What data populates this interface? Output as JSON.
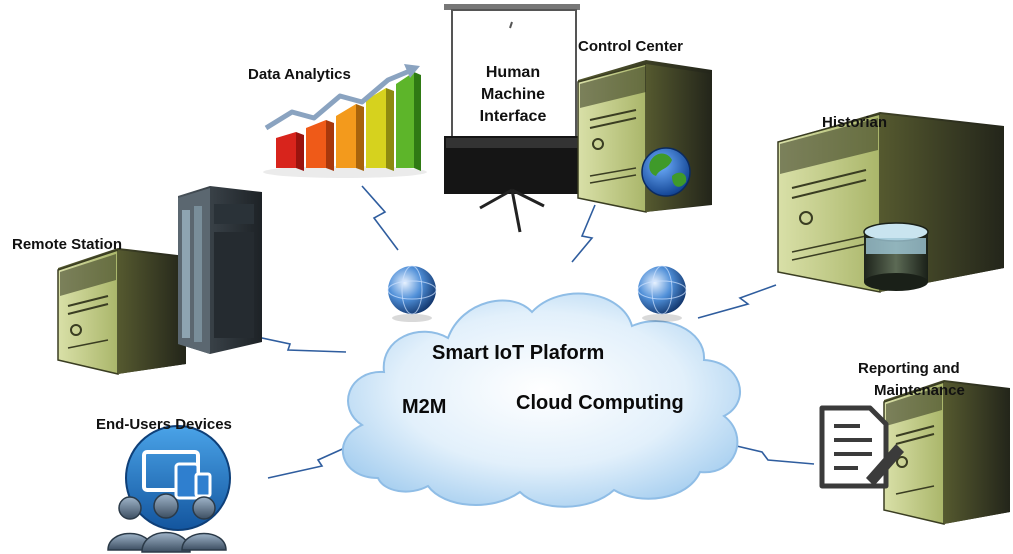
{
  "diagram": {
    "nodes": {
      "data_analytics": "Data Analytics",
      "human_machine_interface": [
        "Human",
        "Machine",
        "Interface"
      ],
      "control_center": "Control Center",
      "historian": "Historian",
      "remote_station": "Remote Station",
      "reporting_maintenance": [
        "Reporting and",
        "Maintenance"
      ],
      "end_users_devices": "End-Users Devices"
    },
    "cloud": {
      "title": "Smart IoT Plaform",
      "left_label": "M2M",
      "right_label": "Cloud Computing"
    }
  },
  "colors": {
    "server_face": "#c5cf8a",
    "server_side": "#3a3d22",
    "cloud_fill": "#cfe6f8",
    "cloud_edge": "#8fbde6",
    "link_line": "#2f5d9e",
    "globe": "#2d6fc4"
  },
  "icons": [
    "server-icon",
    "plc-icon",
    "projector-screen-icon",
    "bar-chart-icon",
    "globe-icon",
    "database-icon",
    "document-icon",
    "users-devices-icon",
    "cloud-icon",
    "lightning-link-icon"
  ]
}
